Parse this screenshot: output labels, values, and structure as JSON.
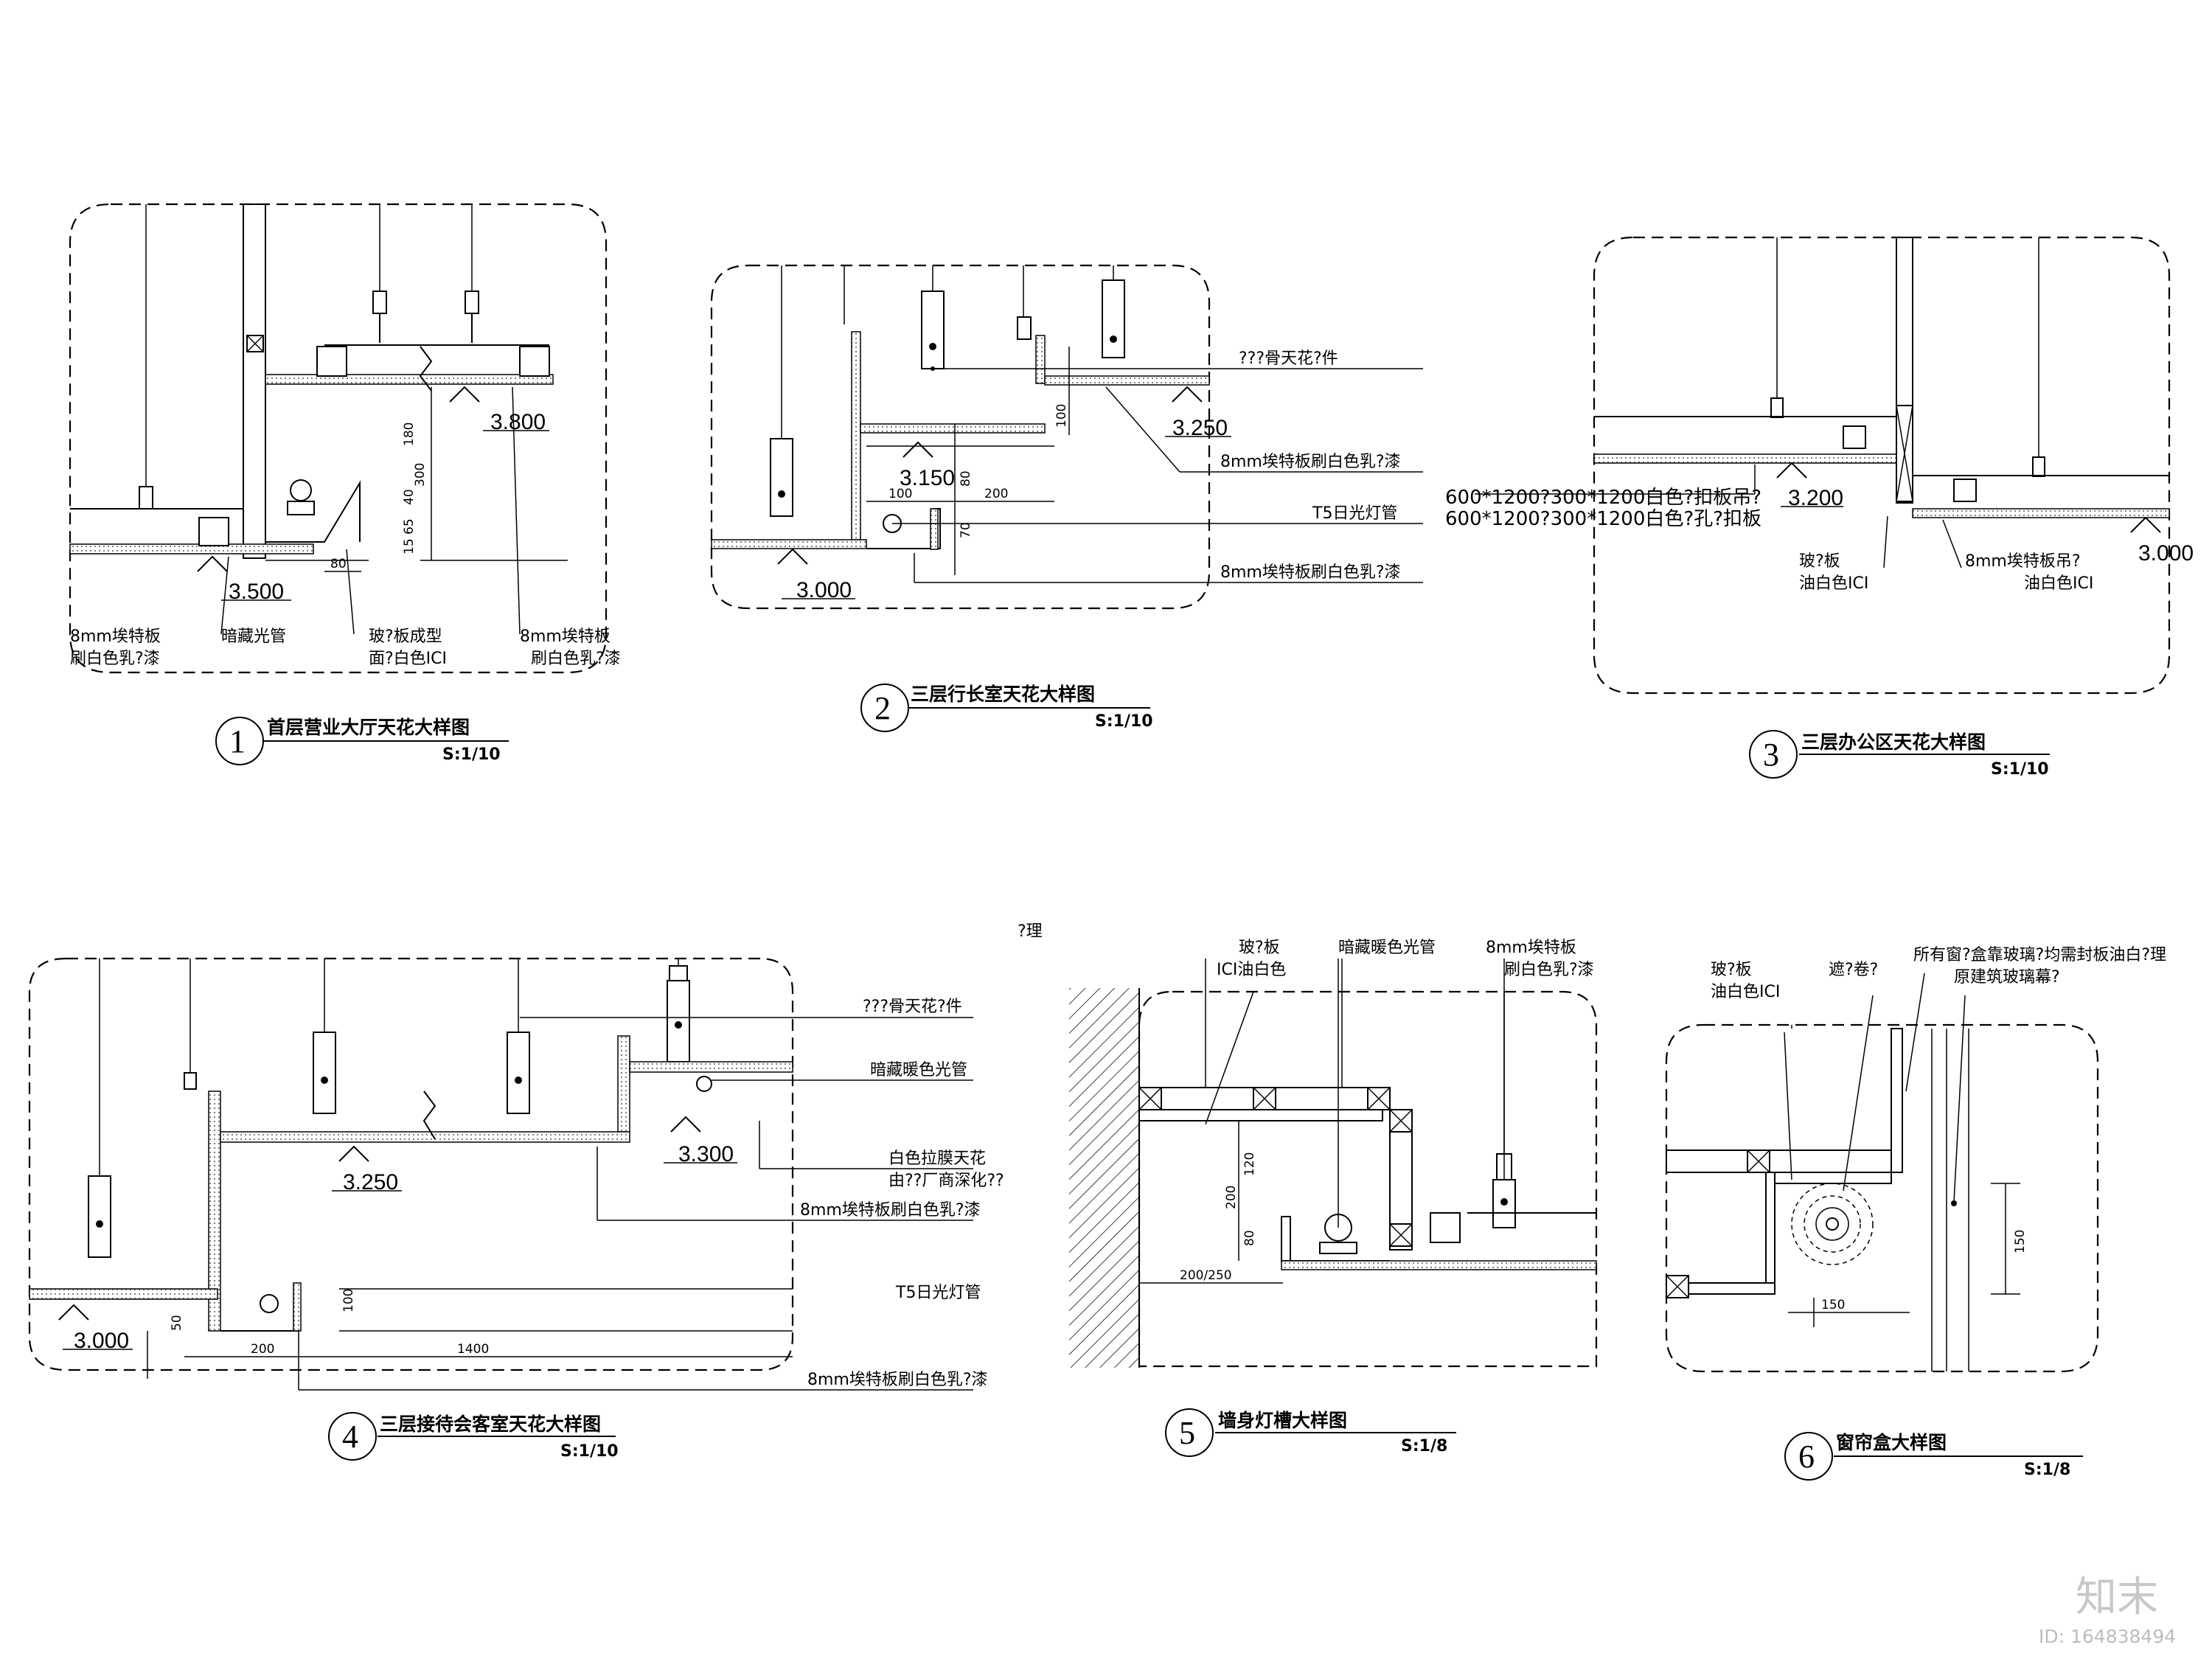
{
  "details": [
    {
      "number": "1",
      "title": "首层营业大厅天花大样图",
      "scale": "S:1/10",
      "levels": [
        "3.800",
        "3.500"
      ],
      "dims": [
        "180",
        "300",
        "40",
        "65",
        "15",
        "80"
      ],
      "notes": {
        "board_left_1": "8mm埃特板",
        "board_left_2": "刷白色乳?漆",
        "light": "暗藏光管",
        "glass_1": "玻?板成型",
        "glass_2": "面?白色ICI",
        "board_right_1": "8mm埃特板",
        "board_right_2": "刷白色乳?漆"
      }
    },
    {
      "number": "2",
      "title": "三层行长室天花大样图",
      "scale": "S:1/10",
      "levels": [
        "3.250",
        "3.150",
        "3.000"
      ],
      "dims": [
        "100",
        "80",
        "100",
        "200",
        "70"
      ],
      "notes": {
        "keel": "???骨天花?件",
        "board_1": "8mm埃特板刷白色乳?漆",
        "tube": "T5日光灯管",
        "board_2": "8mm埃特板刷白色乳?漆"
      }
    },
    {
      "number": "3",
      "title": "三层办公区天花大样图",
      "scale": "S:1/10",
      "levels": [
        "3.200",
        "3.000"
      ],
      "notes": {
        "panel_1": "600*1200?300*1200白色?扣板吊?",
        "panel_2": "600*1200?300*1200白色?孔?扣板",
        "glass_1": "玻?板",
        "glass_2": "油白色ICI",
        "board_1": "8mm埃特板吊?",
        "board_2": "油白色ICI"
      }
    },
    {
      "number": "4",
      "title": "三层接待会客室天花大样图",
      "scale": "S:1/10",
      "levels": [
        "3.250",
        "3.300",
        "3.000"
      ],
      "dims": [
        "100",
        "50",
        "200",
        "1400"
      ],
      "notes": {
        "keel": "???骨天花?件",
        "light": "暗藏暖色光管",
        "ceiling_1": "白色拉膜天花",
        "ceiling_2": "由??厂商深化??",
        "board_1": "8mm埃特板刷白色乳?漆",
        "tube": "T5日光灯管",
        "board_2": "8mm埃特板刷白色乳?漆"
      }
    },
    {
      "number": "5",
      "title": "墙身灯槽大样图",
      "scale": "S:1/8",
      "dims": [
        "120",
        "200",
        "80",
        "200/250"
      ],
      "notes": {
        "glass_1": "玻?板",
        "glass_2": "ICI油白色",
        "light": "暗藏暖色光管",
        "board_1": "8mm埃特板",
        "board_2": "刷白色乳?漆"
      }
    },
    {
      "number": "6",
      "title": "窗帘盒大样图",
      "scale": "S:1/8",
      "dims": [
        "150",
        "150"
      ],
      "notes": {
        "glass_1": "玻?板",
        "glass_2": "油白色ICI",
        "blind": "遮?卷?",
        "window_1": "所有窗?盒靠玻璃?均需封板油白?理",
        "window_2": "原建筑玻璃幕?"
      }
    }
  ],
  "stray_text": "?理",
  "watermark": {
    "logo": "知末",
    "id": "ID: 164838494"
  }
}
